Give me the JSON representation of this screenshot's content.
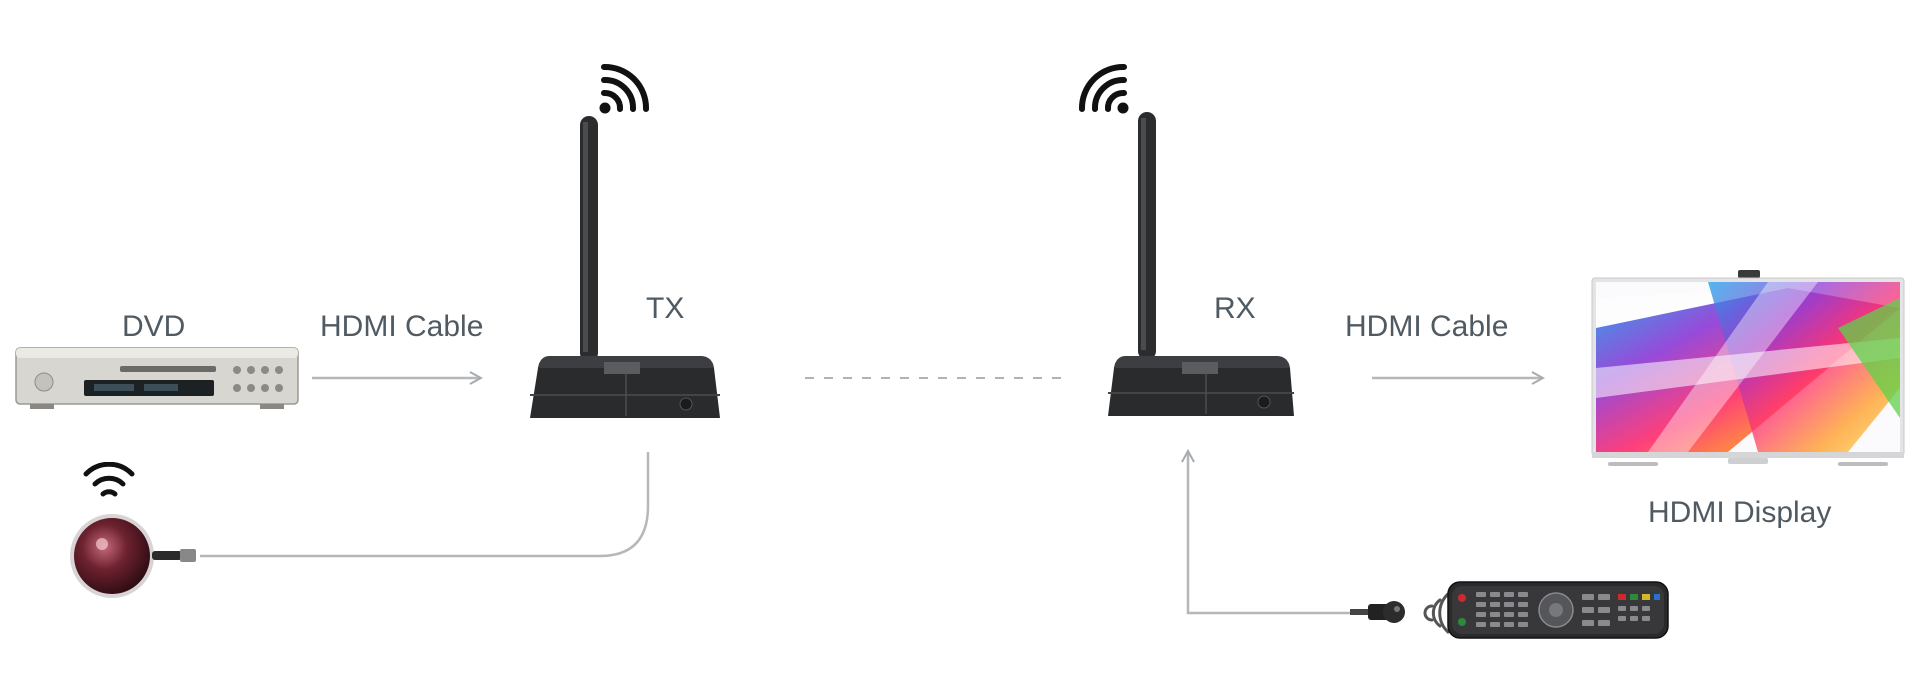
{
  "labels": {
    "dvd": "DVD",
    "hdmi_cable_left": "HDMI Cable",
    "tx": "TX",
    "rx": "RX",
    "hdmi_cable_right": "HDMI Cable",
    "hdmi_display": "HDMI Display"
  },
  "icons": {
    "tx_signal": "wifi-signal-icon",
    "rx_signal": "wifi-signal-icon",
    "ir_signal": "wifi-signal-icon",
    "remote_signal": "infrared-waves-icon"
  },
  "colors": {
    "text": "#505a62",
    "line": "#b5b8bb",
    "device_body": "#2a2b2d",
    "ir_eye": "#6e2230"
  }
}
